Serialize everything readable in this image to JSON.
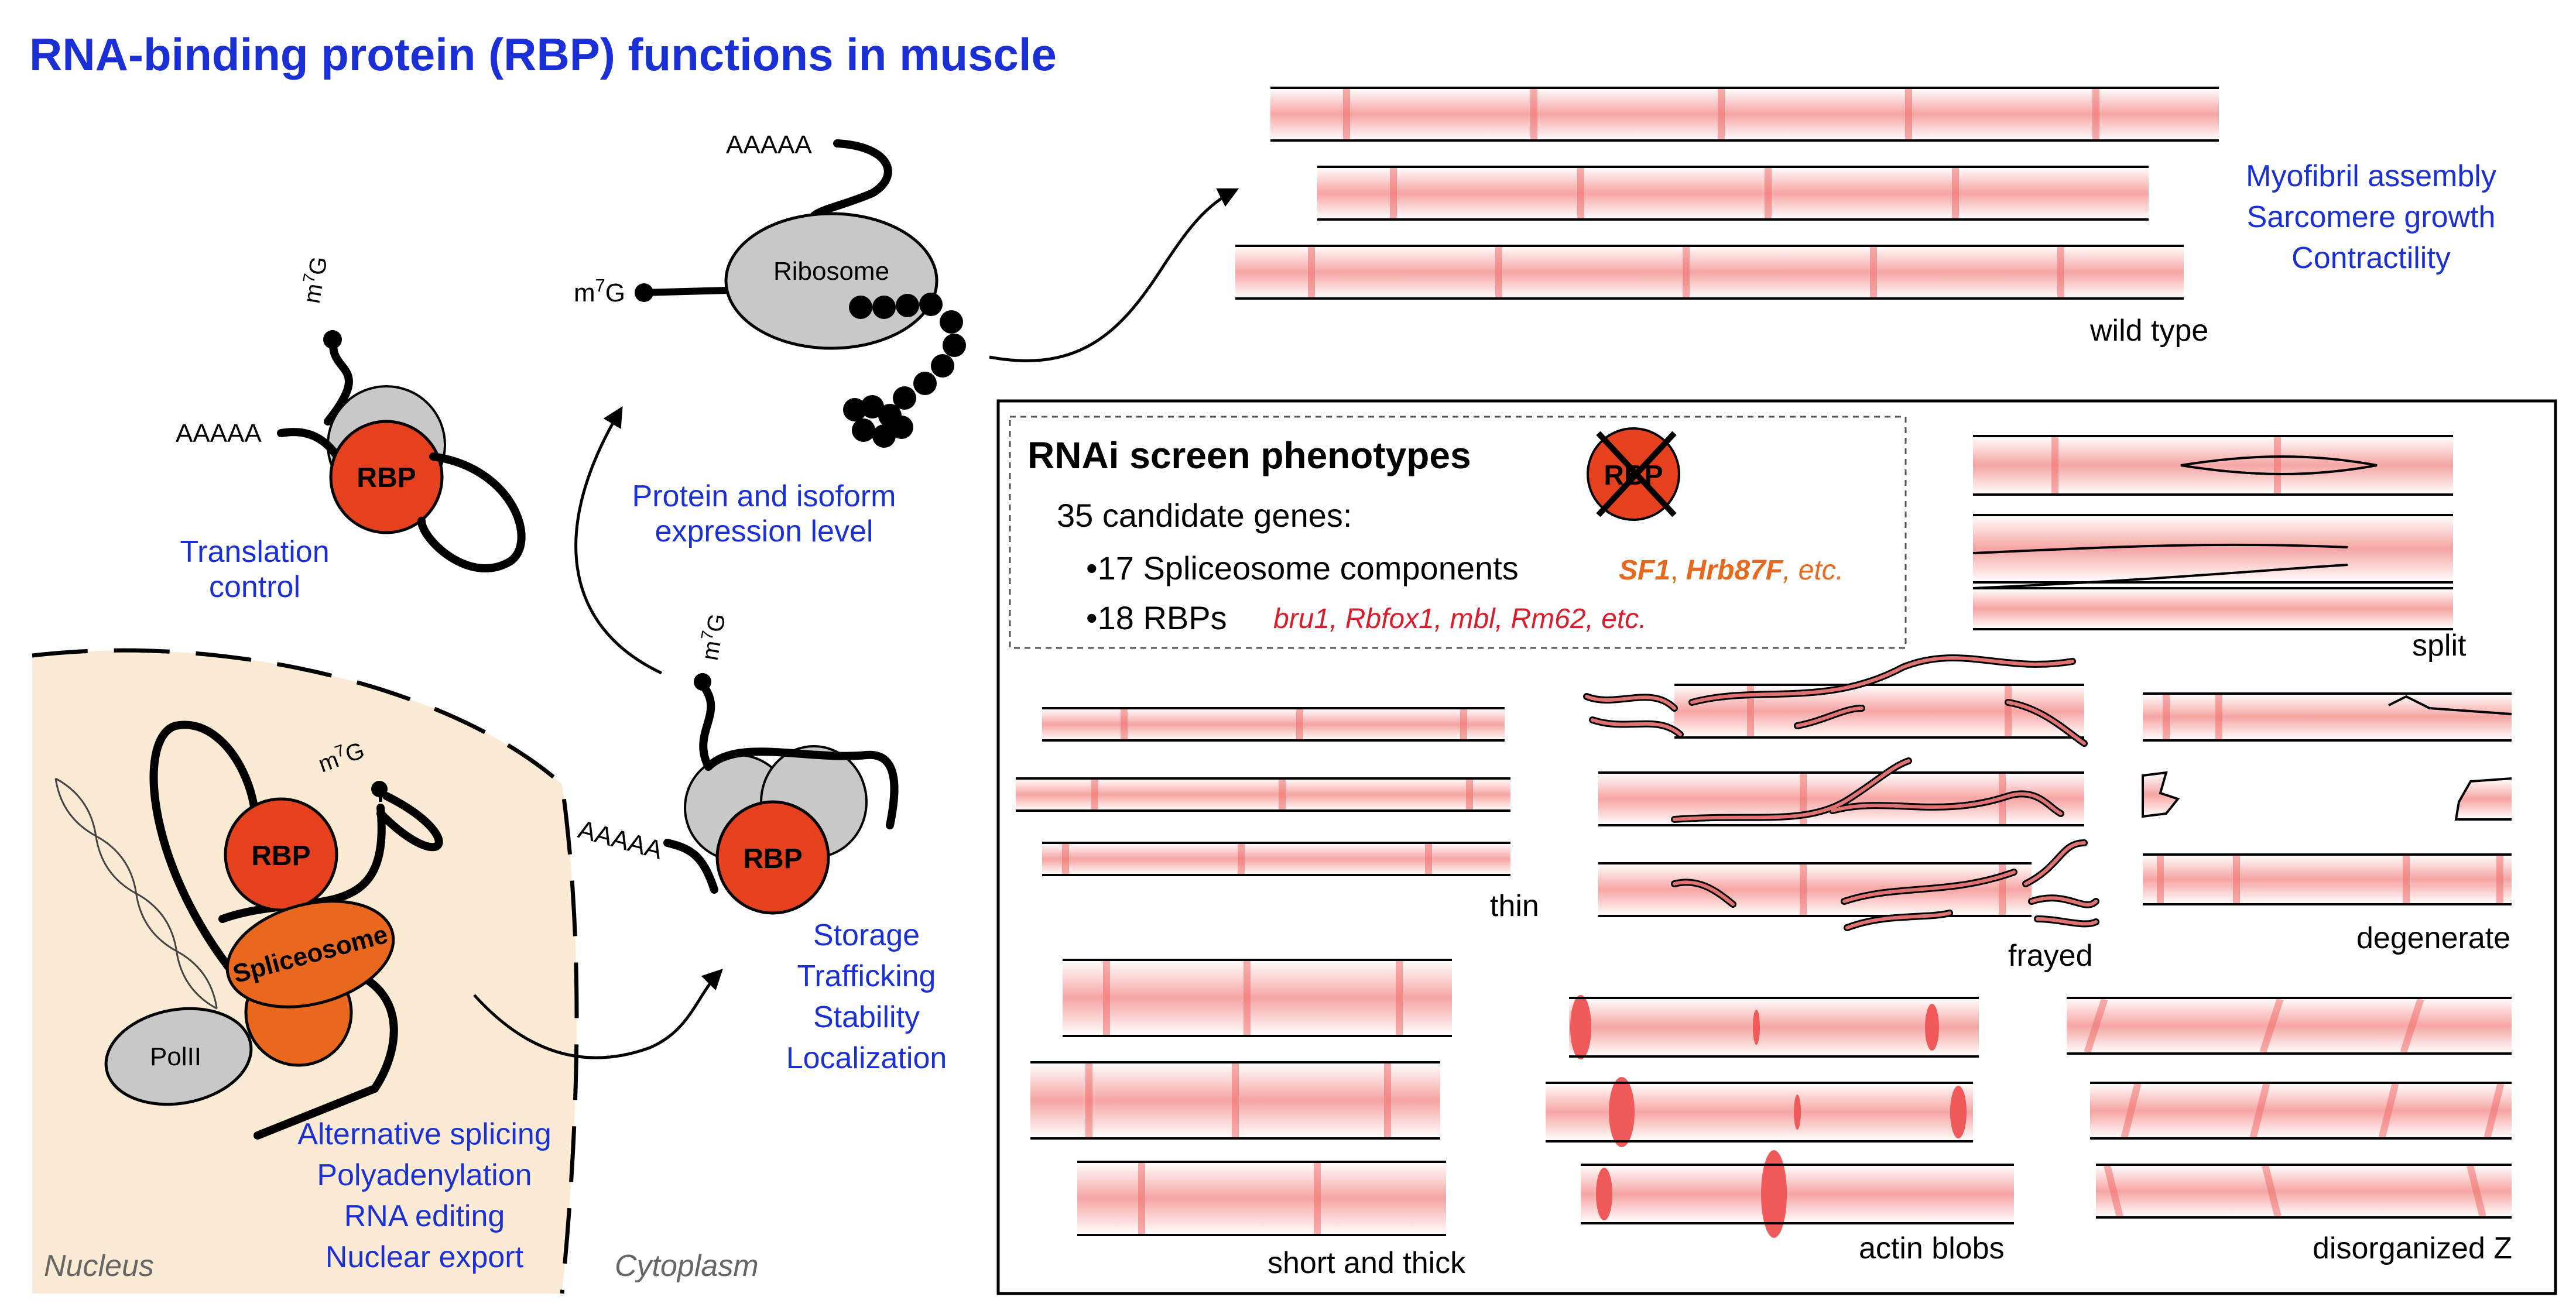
{
  "title": "RNA-binding protein (RBP) functions in muscle",
  "colors": {
    "title_blue": "#1a2fd6",
    "rbp_red": "#e5411e",
    "spliceosome_orange": "#e8691e",
    "gene_red": "#d91d2b",
    "gene_orange": "#e8691e",
    "nucleus_fill": "#fbebd4",
    "grey": "#c8c8c8",
    "fibril_pink": "#f6a5a3",
    "zline": "#ef6d6c"
  },
  "labels": {
    "rbp": "RBP",
    "ribosome": "Ribosome",
    "spliceosome": "Spliceosome",
    "polii": "PolII",
    "polya": "AAAAA",
    "cap": "m7G",
    "nucleus": "Nucleus",
    "cytoplasm": "Cytoplasm",
    "translation_control": [
      "Translation",
      "control"
    ],
    "protein_expression": [
      "Protein and isoform",
      "expression level"
    ],
    "storage": [
      "Storage",
      "Trafficking",
      "Stability",
      "Localization"
    ],
    "nuclear": [
      "Alternative splicing",
      "Polyadenylation",
      "RNA editing",
      "Nuclear export"
    ],
    "myofibril": [
      "Myofibril assembly",
      "Sarcomere growth",
      "Contractility"
    ],
    "wild_type": "wild type"
  },
  "screen": {
    "title": "RNAi screen phenotypes",
    "candidates": "35 candidate genes:",
    "spliceosome_line": "•17 Spliceosome components",
    "spliceosome_genes": [
      "SF1",
      ", ",
      "Hrb87F",
      ", etc."
    ],
    "rbp_line": "•18 RBPs",
    "rbp_genes": "bru1, Rbfox1, mbl, Rm62, etc.",
    "phenotypes": [
      "split",
      "thin",
      "frayed",
      "degenerate",
      "short and thick",
      "actin blobs",
      "disorganized Z"
    ]
  }
}
